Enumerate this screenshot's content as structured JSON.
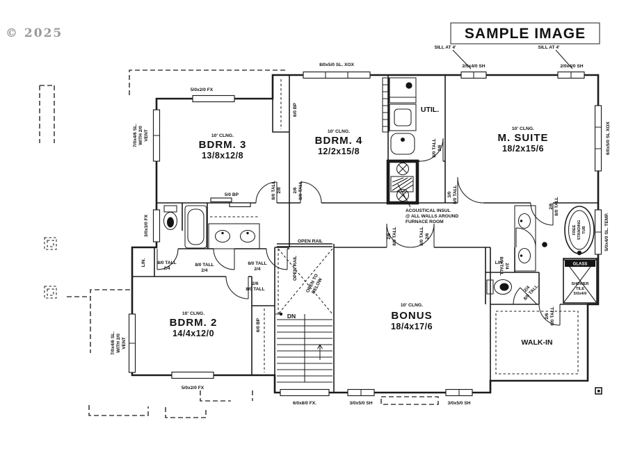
{
  "watermark": "© 2025",
  "banner": "SAMPLE IMAGE",
  "rooms": {
    "bdrm3": {
      "clng": "10' CLNG.",
      "name": "BDRM. 3",
      "size": "13/8x12/8"
    },
    "bdrm4": {
      "clng": "10' CLNG.",
      "name": "BDRM. 4",
      "size": "12/2x15/8"
    },
    "msuite": {
      "clng": "10' CLNG.",
      "name": "M. SUITE",
      "size": "18/2x15/6"
    },
    "bdrm2": {
      "clng": "10' CLNG.",
      "name": "BDRM. 2",
      "size": "14/4x12/0"
    },
    "bonus": {
      "clng": "10' CLNG.",
      "name": "BONUS",
      "size": "18/4x17/6"
    },
    "walkin": "WALK-IN",
    "util": "UTIL.",
    "lin1": "LIN.",
    "lin2": "LIN."
  },
  "windows": {
    "sl_xox": "8/0x5/0 SL. XOX",
    "fx_b3": "5/0x2/0 FX",
    "sh1": "2/0x4/0 SH",
    "sh2": "2/0x4/0 SH",
    "sill1": "SILL AT 4'",
    "sill2": "SILL AT 4'",
    "ms_right": "6/0x5/0 SL XOX",
    "temp": "5/0x4/0 SL. TEMP.",
    "b3l": [
      "7/0x4/6 SL.",
      "WITH 2/0",
      "VENT"
    ],
    "b2l": [
      "7/0x4/6 SL.",
      "WITH 2/0",
      "VENT"
    ],
    "fx_bath": "3/0x3/0 FX",
    "fx_b2": "5/0x2/0 FX",
    "fx_stair": "6/0x8/0 FX.",
    "sh3": "3/0x5/0 SH",
    "sh4": "3/0x5/0 SH"
  },
  "doors": {
    "bp5": "5/0 BP",
    "bp6a": "6/0 BP",
    "bp6b": "6/0 BP",
    "b3": [
      "8/0 TALL",
      "2/8"
    ],
    "b4": [
      "2/6",
      "8/0 TALL"
    ],
    "util": [
      "8/0 TALL",
      "2/6"
    ],
    "ms": [
      "3/0",
      "8/0 TALL"
    ],
    "bath1": [
      "8/0 TALL",
      "2/4"
    ],
    "bath2": [
      "8/0 TALL",
      "2/4"
    ],
    "bath3": [
      "8/0 TALL",
      "2/4"
    ],
    "b2": [
      "2/6",
      "8/0 TALL"
    ],
    "bonus1": [
      "2/6",
      "8/0 TALL"
    ],
    "bonus2": [
      "8/0 TALL",
      "2/6"
    ],
    "lin2d": [
      "2/4",
      "8/0 TALL"
    ],
    "mbath": [
      "2/6",
      "8/0 TALL"
    ],
    "wc": [
      "2/4",
      "8/0 TALL"
    ],
    "walkin": [
      "2/6",
      "8/0 TALL"
    ]
  },
  "ann": {
    "acoustical": [
      "ACOUSTICAL INSUL",
      "@ ALL WALLS AROUND",
      "FURNACE ROOM"
    ],
    "open_rail_top": "OPEN RAIL",
    "open_rail_side": "OPEN RAIL",
    "open_below": [
      "OPEN TO",
      "BELOW"
    ],
    "dn": "DN",
    "tub": [
      "FREE",
      "STANDING",
      "TUB"
    ],
    "glass": "GLASS",
    "shower": [
      "SHOWER",
      "TILE",
      "5/0x4/0"
    ]
  }
}
